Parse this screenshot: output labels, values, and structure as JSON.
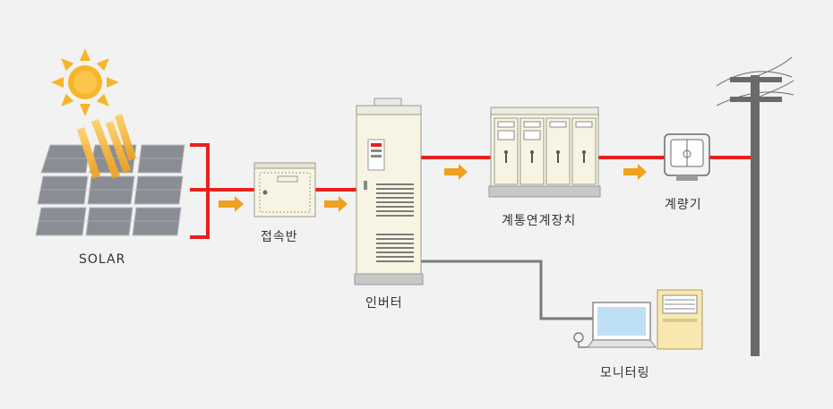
{
  "labels": {
    "solar": "SOLAR",
    "junction_box": "접속반",
    "inverter": "인버터",
    "grid_connection": "계통연계장치",
    "meter": "계량기",
    "monitoring": "모니터링"
  },
  "colors": {
    "background": "#f2f2f2",
    "power_line": "#e8201e",
    "monitor_cable": "#7a7a7a",
    "flow_arrow": "#f0a020",
    "sun": "#f7b52a",
    "panel": "#8a8e94",
    "cabinet": "#f8f4e4"
  },
  "icons": [
    "sun-icon",
    "solar-panel-icon",
    "junction-box-icon",
    "inverter-icon",
    "switchgear-icon",
    "meter-icon",
    "computer-icon",
    "utility-pole-icon"
  ]
}
